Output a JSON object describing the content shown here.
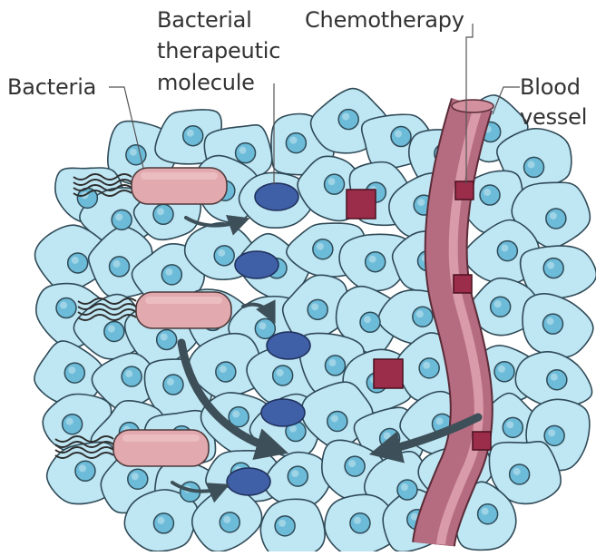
{
  "labels": {
    "bacteria": "Bacteria",
    "bacterial_therapeutic_molecule": [
      "Bacterial",
      "therapeutic",
      "molecule"
    ],
    "chemotherapy": "Chemotherapy",
    "blood_vessel": [
      "Blood",
      "vessel"
    ]
  },
  "colors": {
    "cell_fill": "#bfe6f3",
    "cell_stroke": "#2f4a57",
    "nucleus_fill": "#6cbcd9",
    "nucleus_stroke": "#2f4a57",
    "bacterium_fill": "#e2a9ae",
    "bacterium_stroke": "#4d3a3c",
    "molecule_fill": "#3f5fa6",
    "drug_fill": "#9c2d4a",
    "vessel_fill": "#b56c80",
    "arrow": "#3d4f58",
    "text": "#333333"
  },
  "icons": {
    "bacterium": "rounded-rectangle-with-flagella",
    "molecule": "blue-ellipse",
    "chemotherapy_drug": "maroon-square",
    "blood_vessel": "curved-tube"
  }
}
